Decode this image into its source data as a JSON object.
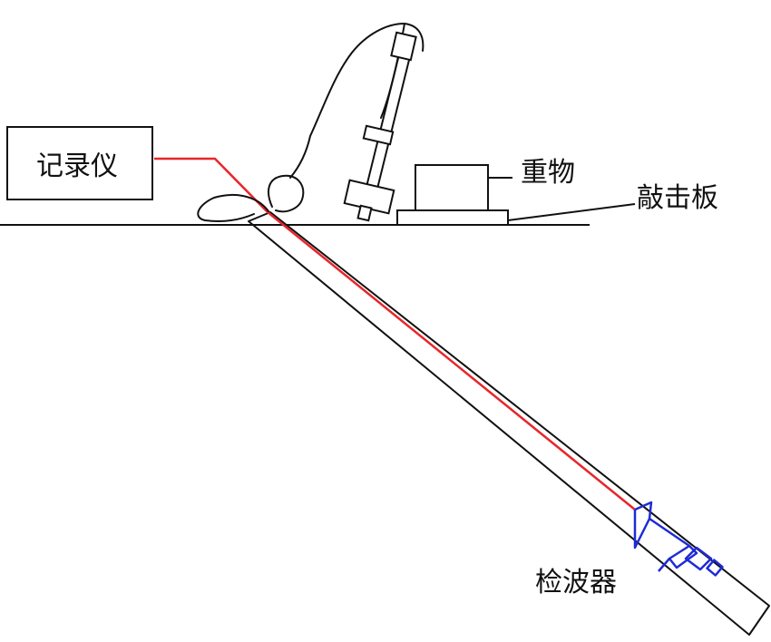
{
  "labels": {
    "recorder": "记录仪",
    "weight": "重物",
    "striking_plate": "敲击板",
    "geophone": "检波器"
  },
  "colors": {
    "line": "#111111",
    "cable": "#e8262b",
    "geophone": "#1f2bd6",
    "background": "#ffffff"
  }
}
